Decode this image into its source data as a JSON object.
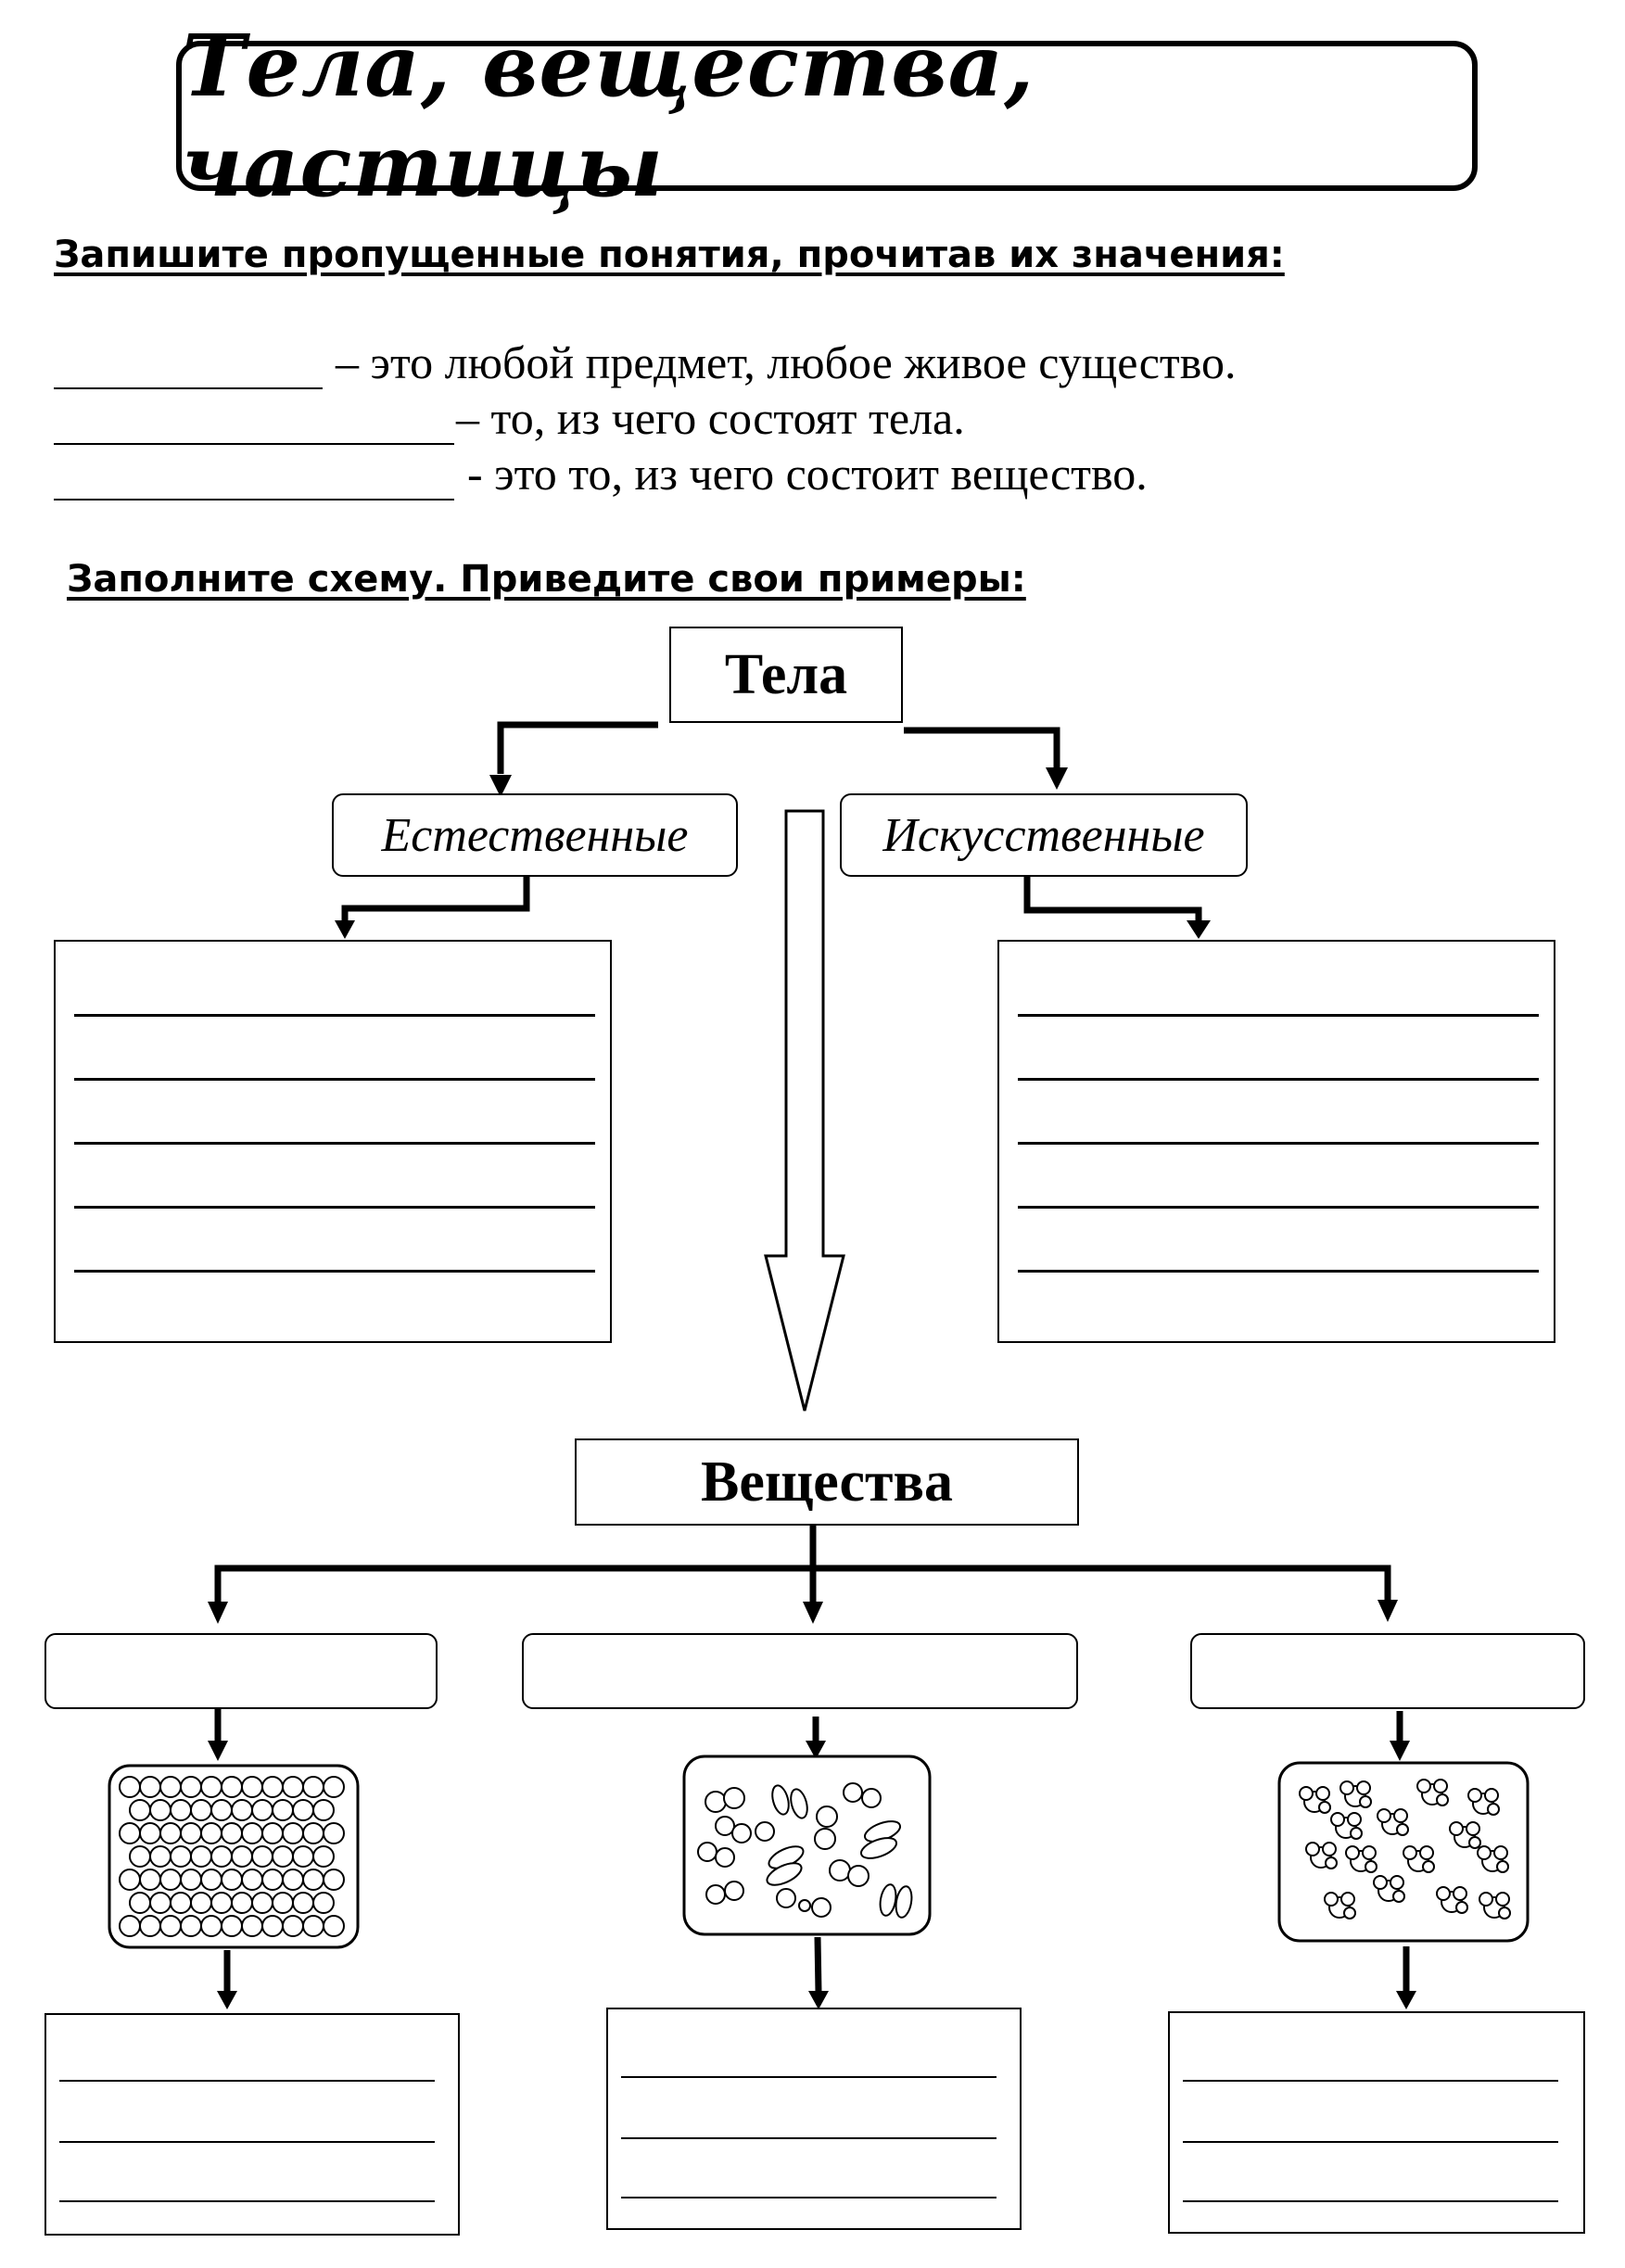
{
  "title": "Тела, вещества, частицы",
  "task1": {
    "instruction": "Запишите пропущенные понятия, прочитав их значения:",
    "definitions": [
      "– это любой предмет, любое живое существо.",
      "– то, из чего состоят тела.",
      "- это то, из чего состоит вещество."
    ]
  },
  "task2": {
    "instruction": "Заполните схему. Приведите свои примеры:",
    "bodies_label": "Тела",
    "natural_label": "Естественные",
    "artificial_label": "Искусственные",
    "substances_label": "Вещества"
  }
}
